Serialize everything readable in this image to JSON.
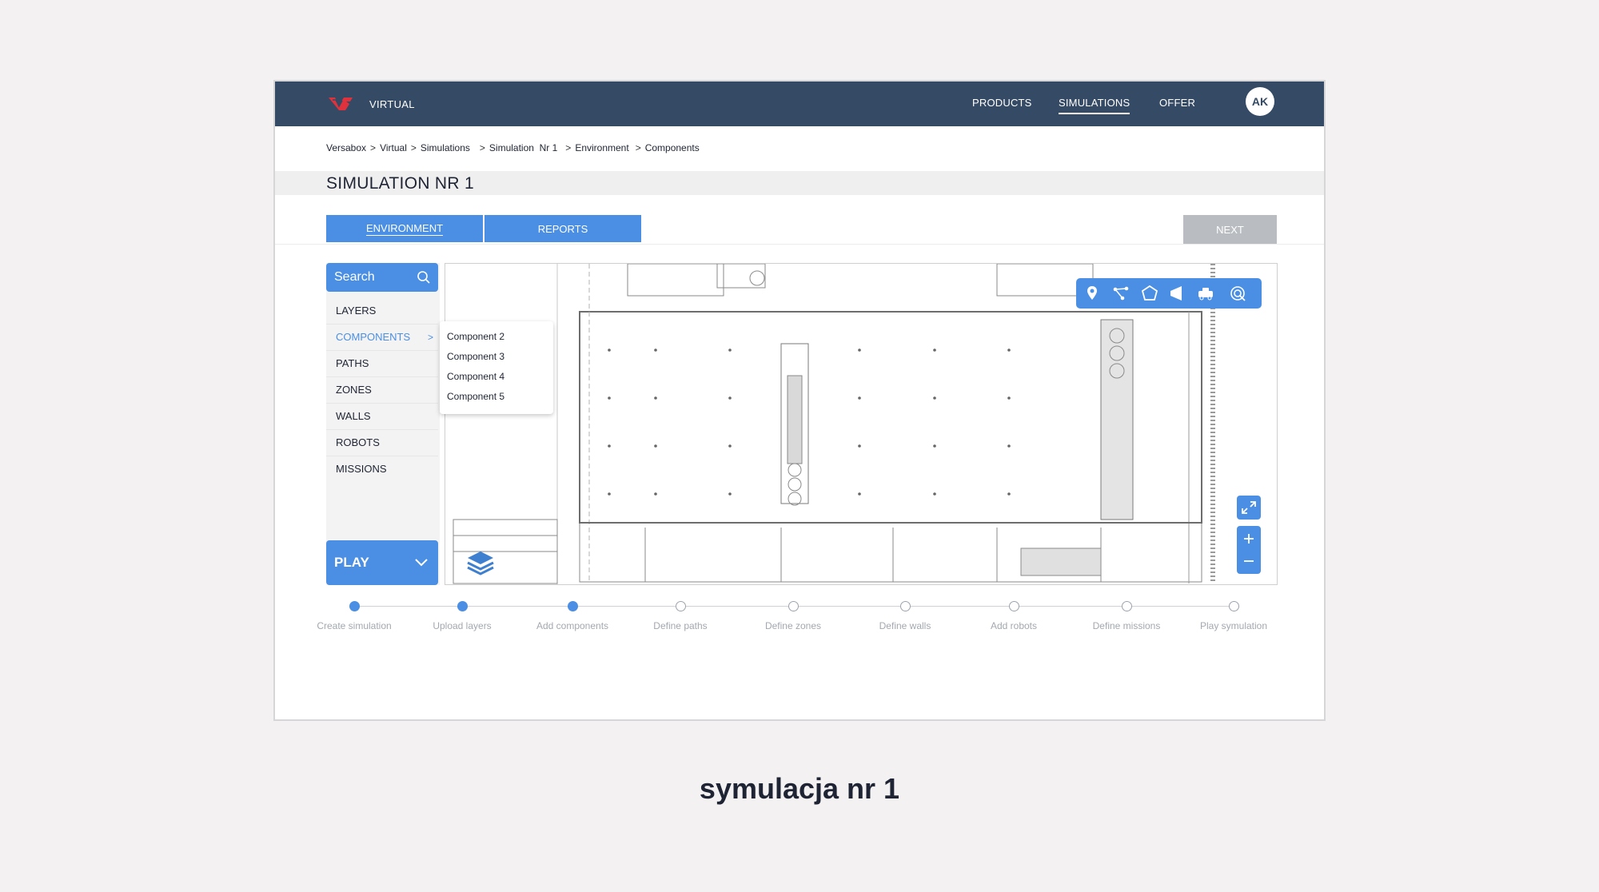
{
  "topbar": {
    "brand": "VIRTUAL",
    "nav": [
      "PRODUCTS",
      "SIMULATIONS",
      "OFFER"
    ],
    "active_nav": "SIMULATIONS",
    "avatar": "AK"
  },
  "breadcrumb": [
    "Versabox",
    "Virtual",
    "Simulations",
    "Simulation  Nr 1",
    "Environment",
    "Components"
  ],
  "page_title": "SIMULATION NR 1",
  "tabs": [
    {
      "label": "ENVIRONMENT",
      "active": true
    },
    {
      "label": "REPORTS",
      "active": false
    }
  ],
  "next_label": "NEXT",
  "sidebar": {
    "search_placeholder": "Search",
    "items": [
      {
        "label": "LAYERS"
      },
      {
        "label": "COMPONENTS",
        "active": true
      },
      {
        "label": "PATHS"
      },
      {
        "label": "ZONES"
      },
      {
        "label": "WALLS"
      },
      {
        "label": "ROBOTS"
      },
      {
        "label": "MISSIONS"
      }
    ],
    "play_label": "PLAY"
  },
  "dropdown": [
    "Component 2",
    "Component 3",
    "Component 4",
    "Component 5"
  ],
  "map": {
    "toolbar_icons": [
      "location-pin-icon",
      "path-nodes-icon",
      "polygon-zone-icon",
      "wall-icon",
      "robot-icon",
      "mission-target-icon"
    ],
    "controls": [
      "expand-icon",
      "zoom-in-icon",
      "zoom-out-icon"
    ]
  },
  "steps": [
    {
      "label": "Create simulation",
      "done": true
    },
    {
      "label": "Upload layers",
      "done": true
    },
    {
      "label": "Add components",
      "done": true
    },
    {
      "label": "Define paths",
      "done": false
    },
    {
      "label": "Define zones",
      "done": false
    },
    {
      "label": "Define walls",
      "done": false
    },
    {
      "label": "Add robots",
      "done": false
    },
    {
      "label": "Define missions",
      "done": false
    },
    {
      "label": "Play symulation",
      "done": false
    }
  ],
  "caption": "symulacja nr 1",
  "colors": {
    "accent": "#4a8fe3",
    "topbar": "#354a64",
    "next_disabled": "#b9bcc1",
    "logo": "#e0323c"
  }
}
